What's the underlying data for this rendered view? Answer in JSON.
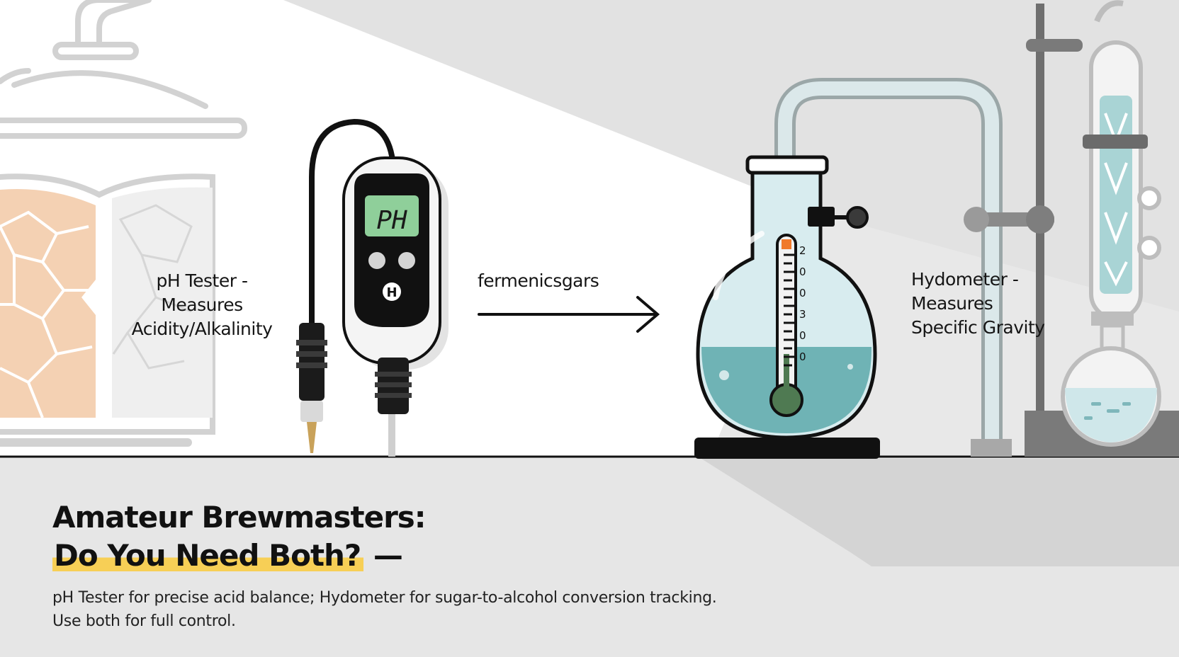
{
  "labels": {
    "ph_tester": [
      "pH Tester -",
      "Measures",
      "Acidity/Alkalinity"
    ],
    "hydrometer": [
      "Hydometer -",
      "Measures",
      "Specific Gravity"
    ],
    "arrow": "fermenicsgars",
    "meter_display": "PH",
    "meter_button": "H",
    "scale_ticks": [
      "2",
      "0",
      "0",
      "3",
      "0",
      "0"
    ]
  },
  "headline": {
    "line1": "Amateur Brewmasters:",
    "line2": "Do You Need Both?",
    "dash": " —"
  },
  "subtext": [
    "pH Tester for precise acid balance; Hydometer for sugar-to-alcohol conversion tracking.",
    "Use both for full control."
  ],
  "colors": {
    "background_gray": "#e2e2e2",
    "floor_gray": "#e6e6e6",
    "liquid_teal": "#6fb3b5",
    "glass_light": "#d8ecef",
    "lcd_green": "#8fcf9a",
    "highlight_yellow": "#f7cf56",
    "accent_orange": "#f2c9a6"
  }
}
